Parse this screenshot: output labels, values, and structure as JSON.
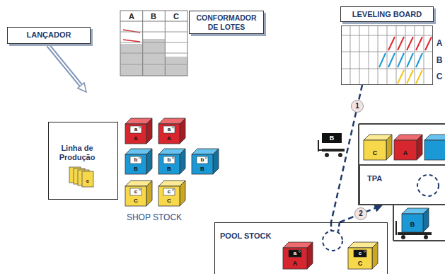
{
  "diagram": {
    "nodes": [
      {
        "text": [
          "LANÇADOR"
        ]
      },
      {
        "text": [
          "CONFORMADOR DE LOTES"
        ]
      },
      {
        "text": [
          "LEVELING BOARD"
        ]
      },
      {
        "text": [
          "Linha de Produção"
        ]
      },
      {
        "text": [
          "TPA"
        ]
      },
      {
        "text": [
          "POOL STOCK"
        ]
      }
    ],
    "edges": [
      {
        "from": 2,
        "to": 5,
        "arrow": "none"
      },
      {
        "from": 5,
        "to": 4,
        "arrow": "to"
      }
    ],
    "labels": [
      "A",
      "B",
      "C",
      "A",
      "B",
      "C",
      "a",
      "A",
      "a",
      "A",
      "b",
      "B",
      "b",
      "B",
      "b",
      "B",
      "c",
      "C",
      "c",
      "C",
      "SHOP STOCK",
      "c",
      "1",
      "B",
      "C",
      "A",
      "2",
      "B",
      "a",
      "A",
      "c",
      "C"
    ]
  }
}
